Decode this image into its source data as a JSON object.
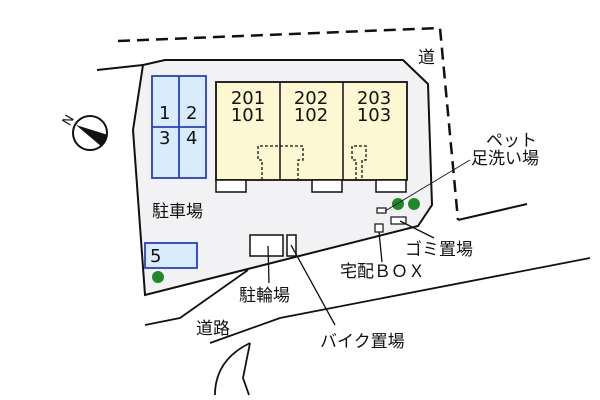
{
  "colors": {
    "lot": "#f2f2f4",
    "parking": "#d8ecfb",
    "parking_border": "#2a3fc7",
    "building": "#fdf8d2",
    "tree": "#1f8a2a"
  },
  "parking_spaces": [
    "1",
    "2",
    "3",
    "4",
    "5"
  ],
  "units": [
    {
      "upper": "201",
      "lower": "101"
    },
    {
      "upper": "202",
      "lower": "102"
    },
    {
      "upper": "203",
      "lower": "103"
    }
  ],
  "labels": {
    "road_top": "道",
    "pet_line1": "ペット",
    "pet_line2": "足洗い場",
    "garbage": "ゴミ置場",
    "delivery_box": "宅配ＢＯＸ",
    "parking": "駐車場",
    "bicycle": "駐輪場",
    "road": "道路",
    "motorbike": "バイク置場"
  },
  "compass": {
    "icon": "north-arrow-icon",
    "letter": "N"
  }
}
